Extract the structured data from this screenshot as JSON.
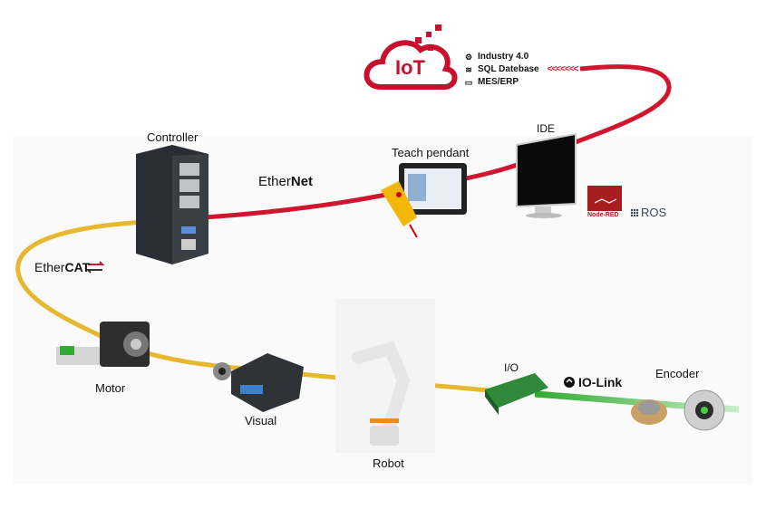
{
  "iot": {
    "logo_text": "IoT",
    "items": [
      {
        "icon": "gear-icon",
        "label": "Industry 4.0"
      },
      {
        "icon": "database-stack-icon",
        "label": "SQL Datebase"
      },
      {
        "icon": "monitor-icon",
        "label": "MES/ERP"
      }
    ],
    "arrows": "<<<<<<<"
  },
  "nodes": {
    "controller": "Controller",
    "teach_pendant": "Teach pendant",
    "ide": "IDE",
    "motor": "Motor",
    "visual": "Visual",
    "robot": "Robot",
    "io": "I/O",
    "encoder": "Encoder"
  },
  "protocols": {
    "ethernet_a": "Ether",
    "ethernet_b": "Net",
    "ethercat_a": "Ether",
    "ethercat_b": "CAT",
    "iolink": "IO-Link",
    "node_red": "Node-RED",
    "ros": "ROS"
  },
  "colors": {
    "ethernet_cable": "#d0162e",
    "ethercat_cable": "#e6b830",
    "iolink_cable": "#3db53d",
    "iot_red": "#c8102e"
  }
}
